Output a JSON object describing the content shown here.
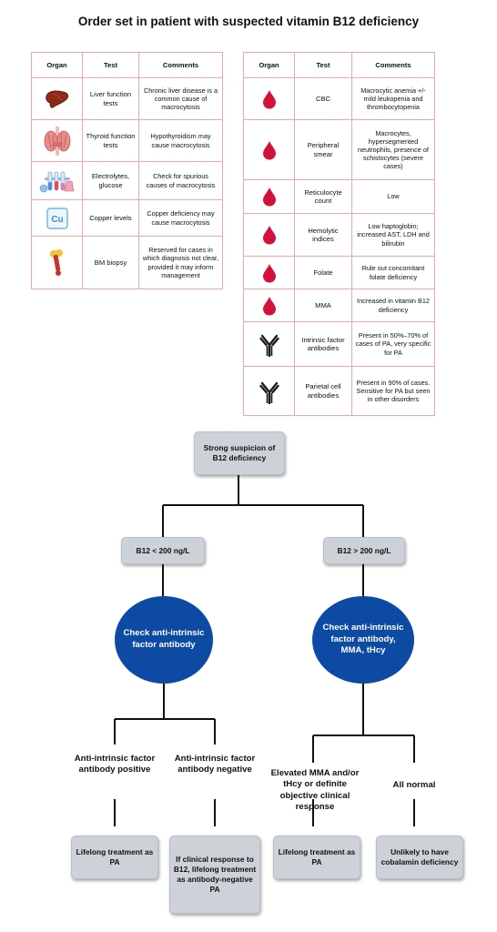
{
  "title": "Order set in patient with suspected vitamin B12 deficiency",
  "headers": {
    "organ": "Organ",
    "test": "Test",
    "comments": "Comments"
  },
  "left_rows": [
    {
      "icon": "liver-icon",
      "test": "Liver function tests",
      "comment": "Chronic liver disease is a common cause of macrocytosis"
    },
    {
      "icon": "thyroid-icon",
      "test": "Thyroid function tests",
      "comment": "Hypothyroidism may cause macrocytosis"
    },
    {
      "icon": "test-tubes-icon",
      "test": "Electrolytes, glucose",
      "comment": "Check for spurious causes of macrocytosis"
    },
    {
      "icon": "copper-element-icon",
      "test": "Copper levels",
      "comment": "Copper deficiency may cause macrocytosis"
    },
    {
      "icon": "bone-icon",
      "test": "BM biopsy",
      "comment": "Reserved for cases in which diagnosis not clear, provided it may inform management"
    }
  ],
  "copper_symbol": "Cu",
  "right_rows": [
    {
      "icon": "blood-drop-icon",
      "test": "CBC",
      "comment": "Macrocytic anemia +/- mild leukopenia and thrombocytopenia"
    },
    {
      "icon": "blood-drop-icon",
      "test": "Peripheral smear",
      "comment": "Macrocytes, hypersegmented neutrophils, presence of schistocytes (severe cases)"
    },
    {
      "icon": "blood-drop-icon",
      "test": "Reticulocyte count",
      "comment": "Low"
    },
    {
      "icon": "blood-drop-icon",
      "test": "Hemolytic indices",
      "comment": "Low haptoglobin; increased AST, LDH and bilirubin"
    },
    {
      "icon": "blood-drop-icon",
      "test": "Folate",
      "comment": "Rule out concomitant folate deficiency"
    },
    {
      "icon": "blood-drop-icon",
      "test": "MMA",
      "comment": "Increased in vitamin B12 deficiency"
    },
    {
      "icon": "antibody-icon",
      "test": "Intrinsic factor antibodies",
      "comment": "Present in 50%–70% of cases of PA, very specific for PA"
    },
    {
      "icon": "antibody-icon",
      "test": "Parietal cell antibodies",
      "comment": "Present in 90% of cases. Sensitive for PA but seen in other disorders"
    }
  ],
  "colors": {
    "border": "#f2a6a6",
    "circle": "#0c4aa4",
    "box": "#cdd2d9",
    "drop": "#d2123a"
  },
  "flow": {
    "start": "Strong suspicion of B12 deficiency",
    "low": "B12 < 200 ng/L",
    "high": "B12 > 200 ng/L",
    "circle_low": "Check anti-intrinsic factor antibody",
    "circle_high": "Check anti-intrinsic factor antibody, MMA, tHcy",
    "pos": "Anti-intrinsic factor antibody positive",
    "neg": "Anti-intrinsic factor antibody negative",
    "elevated": "Elevated MMA and/or tHcy or definite objective clinical response",
    "normal": "All normal",
    "out_pos": "Lifelong treatment as PA",
    "out_neg": "If clinical response to B12, lifelong treatment as antibody-negative PA",
    "out_elev": "Lifelong treatment as PA",
    "out_normal": "Unlikely to have cobalamin deficiency"
  }
}
